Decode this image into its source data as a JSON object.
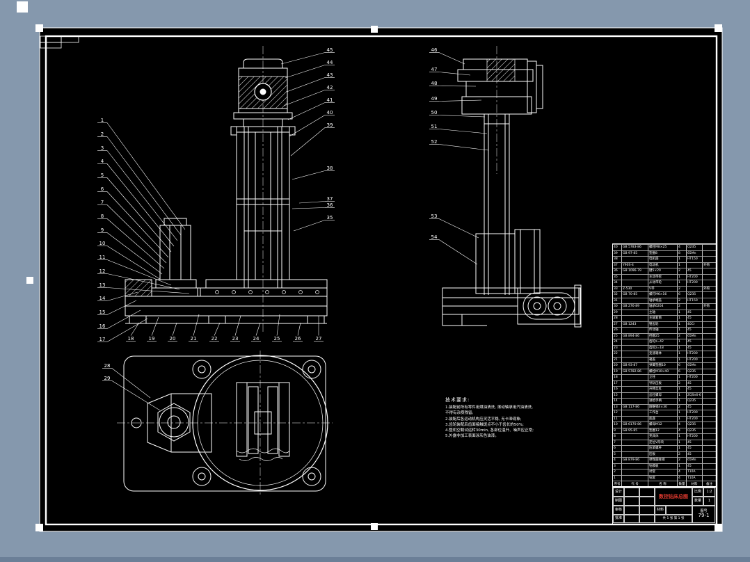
{
  "sheet": {
    "background": "#8598ad",
    "paper": "#000000",
    "ink": "#ffffff",
    "title_color": "#e03a2f"
  },
  "balloons": {
    "front_left": [
      "1",
      "2",
      "3",
      "4",
      "5",
      "6",
      "7",
      "8",
      "9",
      "10",
      "11",
      "12",
      "13",
      "14",
      "15",
      "16",
      "17"
    ],
    "front_bottom": [
      "18",
      "19",
      "20",
      "21",
      "22",
      "23",
      "24",
      "25",
      "26",
      "27"
    ],
    "top_view": [
      "28",
      "29"
    ],
    "front_right": [
      "45",
      "44",
      "43",
      "42",
      "41",
      "40",
      "39",
      "38",
      "37",
      "36",
      "35"
    ],
    "side_left": [
      "46",
      "47",
      "48",
      "49",
      "50",
      "51",
      "52",
      "53",
      "54"
    ]
  },
  "notes": {
    "title": "技术要求:",
    "lines": [
      "1.装配前所有零件用煤油清洗, 滚动轴承用汽油清洗, 不得有杂质残留;",
      "2.装配后各运动机构应灵活平稳, 无卡滞现象;",
      "3.齿轮装配后齿面接触斑点不小于齿长的50%;",
      "4.整机空载试运转30min, 各部位温升、噪声应正常;",
      "5.外露非加工表面涂灰色油漆。"
    ]
  },
  "bom": {
    "headers": [
      "序号",
      "代  号",
      "名  称",
      "数量",
      "材料",
      "备注"
    ],
    "rows": [
      [
        "40",
        "GB 5783-86",
        "螺栓M8×25",
        "4",
        "Q235",
        ""
      ],
      [
        "39",
        "GB 97-85",
        "垫圈8",
        "8",
        "65Mn",
        ""
      ],
      [
        "38",
        "",
        "电机座",
        "1",
        "HT150",
        ""
      ],
      [
        "37",
        "Y90S-4",
        "电动机",
        "1",
        "",
        "外购"
      ],
      [
        "36",
        "GB 1096-79",
        "键5×20",
        "2",
        "45",
        ""
      ],
      [
        "35",
        "",
        "主动带轮",
        "1",
        "HT200",
        ""
      ],
      [
        "34",
        "",
        "从动带轮",
        "1",
        "HT200",
        ""
      ],
      [
        "33",
        "Z-530",
        "V带",
        "2",
        "",
        "外购"
      ],
      [
        "32",
        "GB 70-85",
        "螺钉M6×16",
        "6",
        "Q235",
        ""
      ],
      [
        "31",
        "",
        "轴承端盖",
        "2",
        "HT150",
        ""
      ],
      [
        "30",
        "GB 276-89",
        "轴承6204",
        "2",
        "",
        "外购"
      ],
      [
        "29",
        "",
        "主轴",
        "1",
        "45",
        ""
      ],
      [
        "28",
        "",
        "主轴套筒",
        "1",
        "45",
        ""
      ],
      [
        "27",
        "GB 1243",
        "锥齿轮",
        "1",
        "40Cr",
        ""
      ],
      [
        "26",
        "",
        "传动轴",
        "1",
        "45",
        ""
      ],
      [
        "25",
        "GB 894-86",
        "挡圈25",
        "2",
        "65Mn",
        ""
      ],
      [
        "24",
        "",
        "齿轮z=42",
        "1",
        "45",
        ""
      ],
      [
        "23",
        "",
        "齿轮z=18",
        "1",
        "45",
        ""
      ],
      [
        "22",
        "",
        "变速箱体",
        "1",
        "HT200",
        ""
      ],
      [
        "21",
        "",
        "箱盖",
        "1",
        "HT200",
        ""
      ],
      [
        "20",
        "GB 93-87",
        "弹簧垫圈10",
        "6",
        "65Mn",
        ""
      ],
      [
        "19",
        "GB 5782-86",
        "螺栓M10×40",
        "6",
        "Q235",
        ""
      ],
      [
        "18",
        "",
        "立柱",
        "1",
        "HT200",
        ""
      ],
      [
        "17",
        "",
        "导轨压板",
        "2",
        "45",
        ""
      ],
      [
        "16",
        "",
        "升降丝杠",
        "1",
        "45",
        ""
      ],
      [
        "15",
        "",
        "丝杠螺母",
        "1",
        "ZQSn6-6",
        ""
      ],
      [
        "14",
        "",
        "进给手柄",
        "1",
        "Q235",
        ""
      ],
      [
        "13",
        "GB 117-86",
        "圆锥销4×30",
        "2",
        "45",
        ""
      ],
      [
        "12",
        "",
        "工作台",
        "1",
        "HT200",
        ""
      ],
      [
        "11",
        "",
        "底座",
        "1",
        "HT200",
        ""
      ],
      [
        "10",
        "GB 6170-86",
        "螺母M12",
        "4",
        "Q235",
        ""
      ],
      [
        "9",
        "GB 95-85",
        "垫圈12",
        "4",
        "Q235",
        ""
      ],
      [
        "8",
        "",
        "夹具体",
        "1",
        "HT200",
        ""
      ],
      [
        "7",
        "",
        "定位V形块",
        "1",
        "45",
        ""
      ],
      [
        "6",
        "",
        "压紧螺杆",
        "1",
        "45",
        ""
      ],
      [
        "5",
        "",
        "压板",
        "2",
        "45",
        ""
      ],
      [
        "4",
        "GB 879-86",
        "弹性圆柱销",
        "2",
        "65Mn",
        ""
      ],
      [
        "3",
        "",
        "钻模板",
        "1",
        "45",
        ""
      ],
      [
        "2",
        "",
        "衬套",
        "4",
        "T10A",
        ""
      ],
      [
        "1",
        "",
        "钻套",
        "4",
        "T10A",
        ""
      ]
    ]
  },
  "title_block": {
    "rows": [
      "设计",
      "制图",
      "审核",
      "批准"
    ],
    "title": "数控钻床总图",
    "scale_label": "比例",
    "scale": "1:2",
    "qty_label": "数量",
    "qty": "1",
    "material_label": "材料",
    "sheet_info": "共 1 张  第 1 张",
    "no_label": "图号",
    "drawing_no": "79-1"
  }
}
